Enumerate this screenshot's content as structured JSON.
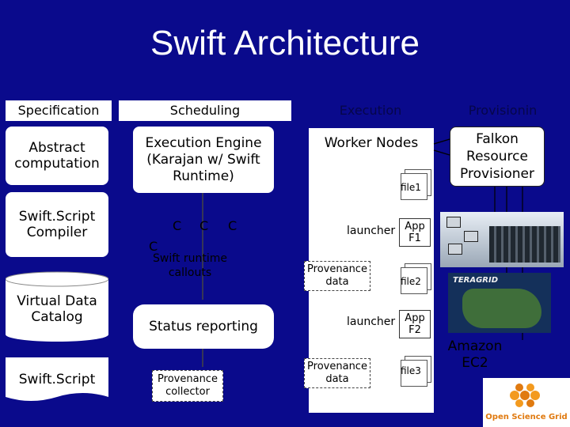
{
  "title": "Swift Architecture",
  "headers": {
    "specification": "Specification",
    "scheduling": "Scheduling",
    "execution": "Execution",
    "provisioning": "Provisionin"
  },
  "spec": {
    "abstract": "Abstract computation",
    "compiler": "Swift.Script Compiler",
    "catalog": "Virtual Data Catalog",
    "script": "Swift.Script"
  },
  "scheduling": {
    "engine": "Execution Engine (Karajan w/ Swift Runtime)",
    "c": "C",
    "callouts": "Swift runtime callouts",
    "status": "Status reporting",
    "provenance_collector": "Provenance collector"
  },
  "execution": {
    "worker_nodes": "Worker Nodes",
    "file1": "file1",
    "file2": "file2",
    "file3": "file3",
    "launcher": "launcher",
    "app_f1": "App F1",
    "app_f2": "App F2",
    "provenance_data": "Provenance data"
  },
  "provisioning": {
    "falkon": "Falkon Resource Provisioner",
    "amazon": "Amazon EC2",
    "osg": "Open Science Grid",
    "teragrid": "TERAGRID"
  },
  "colors": {
    "background": "#0a0a8c",
    "box": "#ffffff",
    "osg_orange": "#e07a10"
  }
}
